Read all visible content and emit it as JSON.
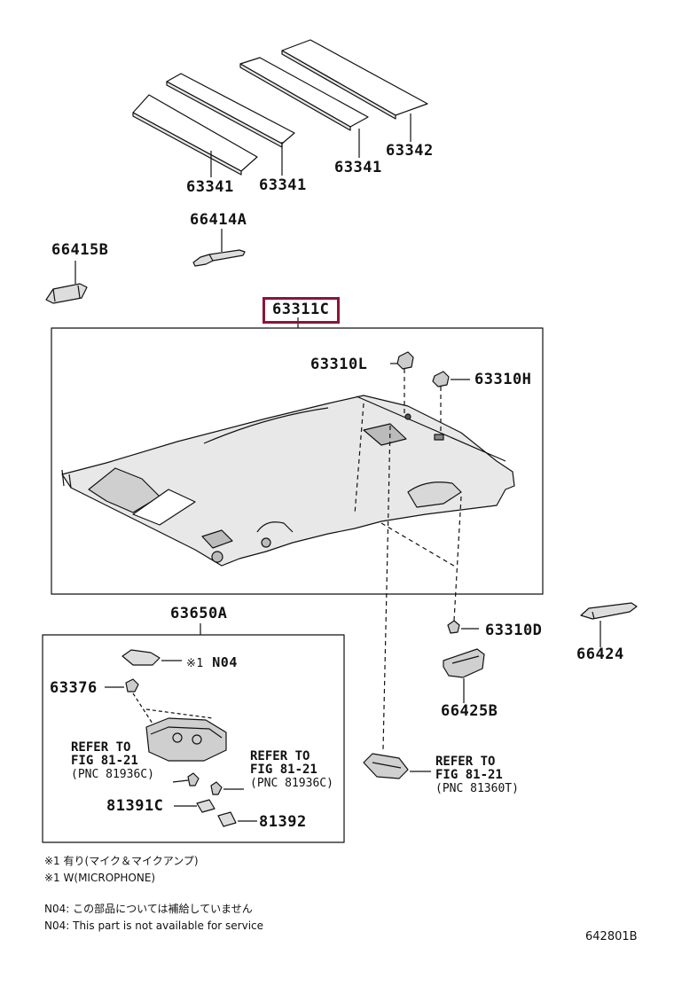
{
  "parts": {
    "p63341_a": "63341",
    "p63341_b": "63341",
    "p63341_c": "63341",
    "p63342": "63342",
    "p66414A": "66414A",
    "p66415B": "66415B",
    "p63311C": "63311C",
    "p63310L": "63310L",
    "p63310H": "63310H",
    "p63650A": "63650A",
    "p63310D": "63310D",
    "p66424": "66424",
    "p66425B": "66425B",
    "p63376": "63376",
    "p81391C": "81391C",
    "p81392": "81392"
  },
  "marks": {
    "n04_mark": "※1",
    "n04_label": "N04"
  },
  "refs": {
    "ref1": {
      "line1": "REFER TO",
      "line2": "FIG 81-21",
      "line3": "(PNC 81936C)"
    },
    "ref2": {
      "line1": "REFER TO",
      "line2": "FIG 81-21",
      "line3": "(PNC 81936C)"
    },
    "ref3": {
      "line1": "REFER TO",
      "line2": "FIG 81-21",
      "line3": "(PNC 81360T)"
    }
  },
  "notes": {
    "n1_mark": "※1",
    "n1_text": "有り(マイク＆マイクアンプ)",
    "n2_mark": "※1",
    "n2_text": "W(MICROPHONE)",
    "n3_mark": "N04",
    "n3_text": ": この部品については補給していません",
    "n4_mark": "N04",
    "n4_text": ": This part is not available for service"
  },
  "diagram_id": "642801B",
  "colors": {
    "highlight": "#8a1538",
    "ink": "#111111"
  }
}
